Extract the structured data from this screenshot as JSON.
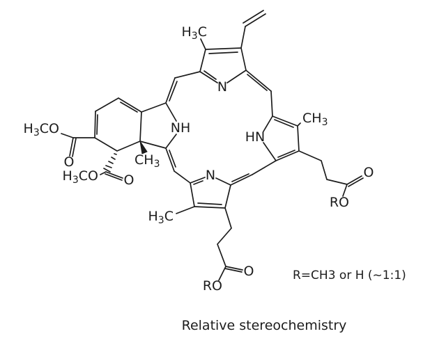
{
  "molecule": {
    "labels": {
      "h3c": {
        "h": "H",
        "sub": "3",
        "c": "C"
      },
      "ch3": {
        "c": "CH",
        "sub": "3"
      },
      "h3co": {
        "h": "H",
        "sub": "3",
        "co": "CO"
      },
      "n": "N",
      "nh": "NH",
      "hn": "HN",
      "o": "O",
      "ro": "RO"
    },
    "notes": {
      "r_definition": "R=CH3 or H (~1:1)",
      "stereochemistry": "Relative stereochemistry"
    },
    "colors": {
      "bond": "#1c1c1c",
      "background": "#ffffff"
    }
  }
}
